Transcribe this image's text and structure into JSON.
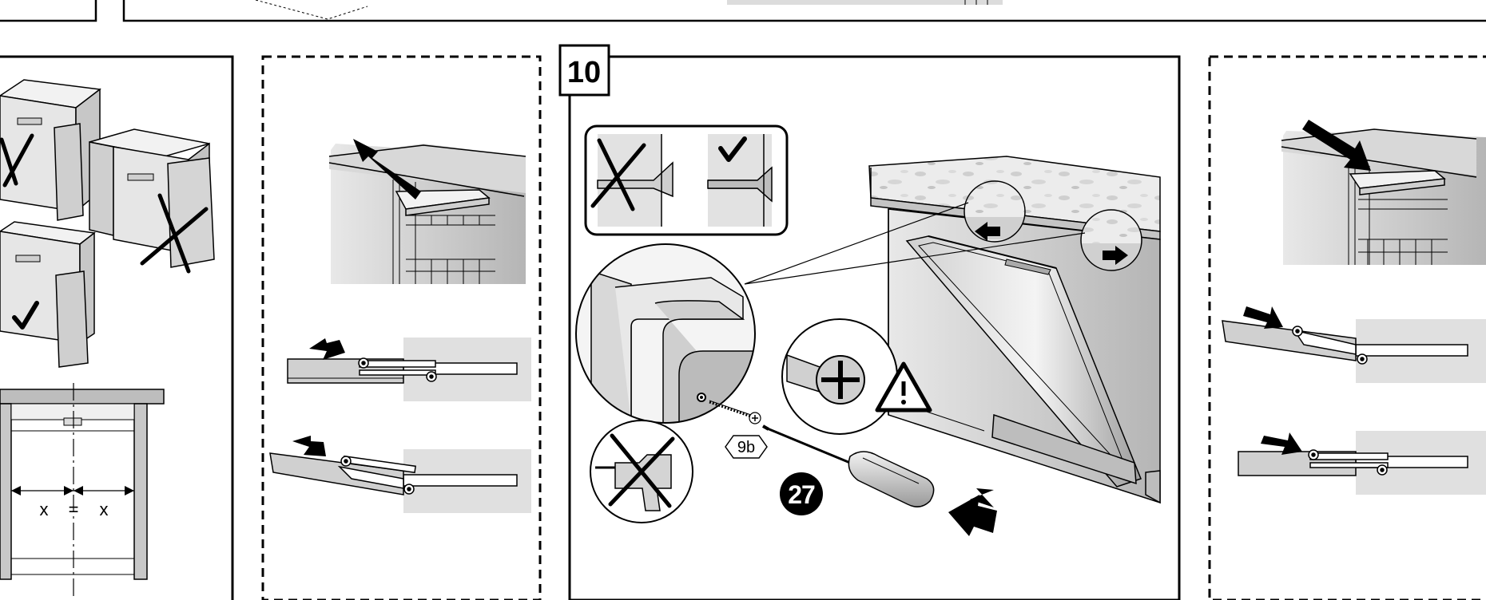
{
  "step": {
    "number": "10",
    "screw_label": "9b",
    "tool_label": "27"
  },
  "panel_left": {
    "dimension_left": "x",
    "dimension_equals": "=",
    "dimension_right": "x"
  },
  "colors": {
    "line": "#000000",
    "appliance_light": "#eeeeee",
    "appliance_mid": "#dcdcdc",
    "appliance_dark": "#b9b9b9",
    "counter": "#e5e5e5",
    "highlight_box": "#e0e0e0",
    "badge_bg": "#000000",
    "badge_text": "#ffffff"
  },
  "icons": [
    "check-mark-icon",
    "cross-mark-icon",
    "warning-icon",
    "arrow-icon",
    "phillips-screw-icon",
    "no-drill-icon",
    "screwdriver-icon"
  ]
}
